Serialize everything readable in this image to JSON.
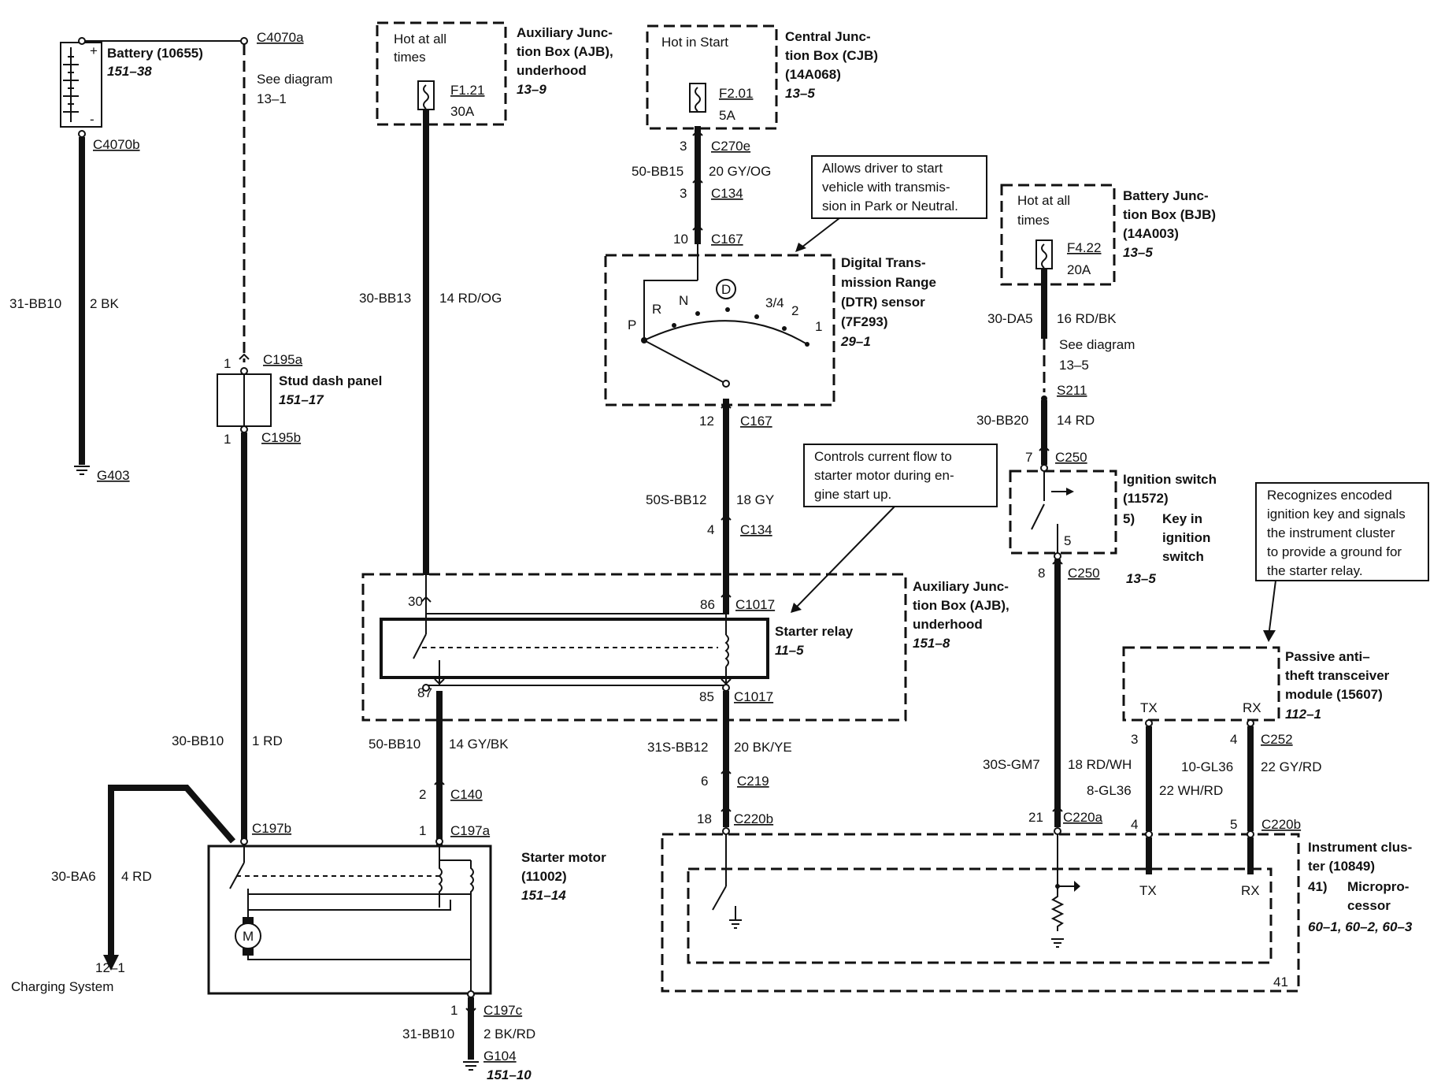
{
  "battery": {
    "name": "Battery (10655)",
    "ref": "151–38",
    "c_top": "C4070a",
    "c_bottom": "C4070b",
    "wire_id": "31-BB10",
    "wire_color": "2 BK",
    "ground": "G403",
    "plus": "+",
    "minus": "-"
  },
  "see_diagram_1": {
    "line1": "See diagram",
    "line2": "13–1"
  },
  "stud": {
    "name": "Stud dash panel",
    "ref": "151–17",
    "c_top": "C195a",
    "c_bottom": "C195b",
    "pin_top": "1",
    "pin_bottom": "1"
  },
  "main_feed": {
    "wire_id": "30-BB10",
    "wire_color": "1 RD"
  },
  "charging": {
    "wire_id": "30-BA6",
    "wire_color": "4 RD",
    "ref": "12–1",
    "label": "Charging System"
  },
  "ajb_top": {
    "name_l1": "Auxiliary Junc-",
    "name_l2": "tion Box (AJB),",
    "name_l3": "underhood",
    "ref": "13–9",
    "hot_l1": "Hot at all",
    "hot_l2": "times",
    "fuse": "F1.21",
    "amps": "30A",
    "wire_id": "30-BB13",
    "wire_color": "14 RD/OG"
  },
  "cjb": {
    "name_l1": "Central Junc-",
    "name_l2": "tion Box (CJB)",
    "name_l3": "(14A068)",
    "ref": "13–5",
    "hot": "Hot in Start",
    "fuse": "F2.01",
    "amps": "5A",
    "pin1": "3",
    "c1": "C270e",
    "wire_id": "50-BB15",
    "wire_color": "20 GY/OG",
    "pin2": "3",
    "c2": "C134",
    "pin3": "10",
    "c3": "C167"
  },
  "note_dtr": {
    "l1": "Allows driver to start",
    "l2": "vehicle with transmis-",
    "l3": "sion in Park or Neutral."
  },
  "dtr": {
    "name_l1": "Digital Trans-",
    "name_l2": "mission Range",
    "name_l3": "(DTR) sensor",
    "name_l4": "(7F293)",
    "ref": "29–1",
    "p": "P",
    "r": "R",
    "n": "N",
    "d": "D",
    "three_four": "3/4",
    "two": "2",
    "one": "1",
    "pin_out": "12",
    "c_out": "C167",
    "wire_id": "50S-BB12",
    "wire_color": "18 GY",
    "pin2": "4",
    "c2": "C134"
  },
  "note_relay": {
    "l1": "Controls current flow to",
    "l2": "starter motor during en-",
    "l3": "gine start up."
  },
  "ajb_relay": {
    "name_l1": "Auxiliary Junc-",
    "name_l2": "tion Box (AJB),",
    "name_l3": "underhood",
    "ref": "151–8",
    "relay": "Starter relay",
    "relay_ref": "11–5",
    "p30": "30",
    "p86": "86",
    "c86": "C1017",
    "p87": "87",
    "p85": "85",
    "c85": "C1017"
  },
  "relay_out": {
    "wire_id": "50-BB10",
    "wire_color": "14 GY/BK",
    "pin": "2",
    "conn": "C140"
  },
  "relay_ret": {
    "wire_id": "31S-BB12",
    "wire_color": "20 BK/YE",
    "pin1": "6",
    "c1": "C219",
    "pin2": "18",
    "c2": "C220b"
  },
  "starter": {
    "name": "Starter motor",
    "num": "(11002)",
    "ref": "151–14",
    "c197b": "C197b",
    "pin_a": "1",
    "c197a": "C197a",
    "pin_c": "1",
    "c197c": "C197c",
    "m": "M",
    "gnd_wire": "31-BB10",
    "gnd_color": "2 BK/RD",
    "ground": "G104",
    "ground_ref": "151–10"
  },
  "bjb": {
    "name_l1": "Battery Junc-",
    "name_l2": "tion Box (BJB)",
    "name_l3": "(14A003)",
    "ref": "13–5",
    "hot_l1": "Hot at all",
    "hot_l2": "times",
    "fuse": "F4.22",
    "amps": "20A",
    "wire_id": "30-DA5",
    "wire_color": "16 RD/BK",
    "see1": "See diagram",
    "see2": "13–5",
    "splice": "S211",
    "wire2_id": "30-BB20",
    "wire2_color": "14 RD",
    "pin7": "7",
    "c250a": "C250"
  },
  "ign": {
    "name": "Ignition switch",
    "num": "(11572)",
    "pos": "5)",
    "key_l1": "Key in",
    "key_l2": "ignition",
    "key_l3": "switch",
    "ref": "13–5",
    "pin5": "5",
    "pin8": "8",
    "c250": "C250",
    "wire_id": "30S-GM7",
    "wire_color": "18 RD/WH",
    "pin21": "21",
    "c220a": "C220a"
  },
  "note_pats": {
    "l1": "Recognizes encoded",
    "l2": "ignition key and signals",
    "l3": "the instrument cluster",
    "l4": "to provide a ground for",
    "l5": "the starter relay."
  },
  "pats": {
    "name_l1": "Passive anti–",
    "name_l2": "theft transceiver",
    "name_l3": "module (15607)",
    "ref": "112–1",
    "tx": "TX",
    "rx": "RX",
    "pin3": "3",
    "pin4": "4",
    "c252": "C252",
    "w1_id": "8-GL36",
    "w1_color": "22 WH/RD",
    "w2_id": "10-GL36",
    "w2_color": "22 GY/RD",
    "pin_c4": "4",
    "pin_c5": "5",
    "c220b": "C220b"
  },
  "cluster": {
    "name_l1": "Instrument clus-",
    "name_l2": "ter (10849)",
    "pos": "41)",
    "mp_l1": "Micropro-",
    "mp_l2": "cessor",
    "ref": "60–1, 60–2, 60–3",
    "tx": "TX",
    "rx": "RX",
    "num": "41"
  }
}
